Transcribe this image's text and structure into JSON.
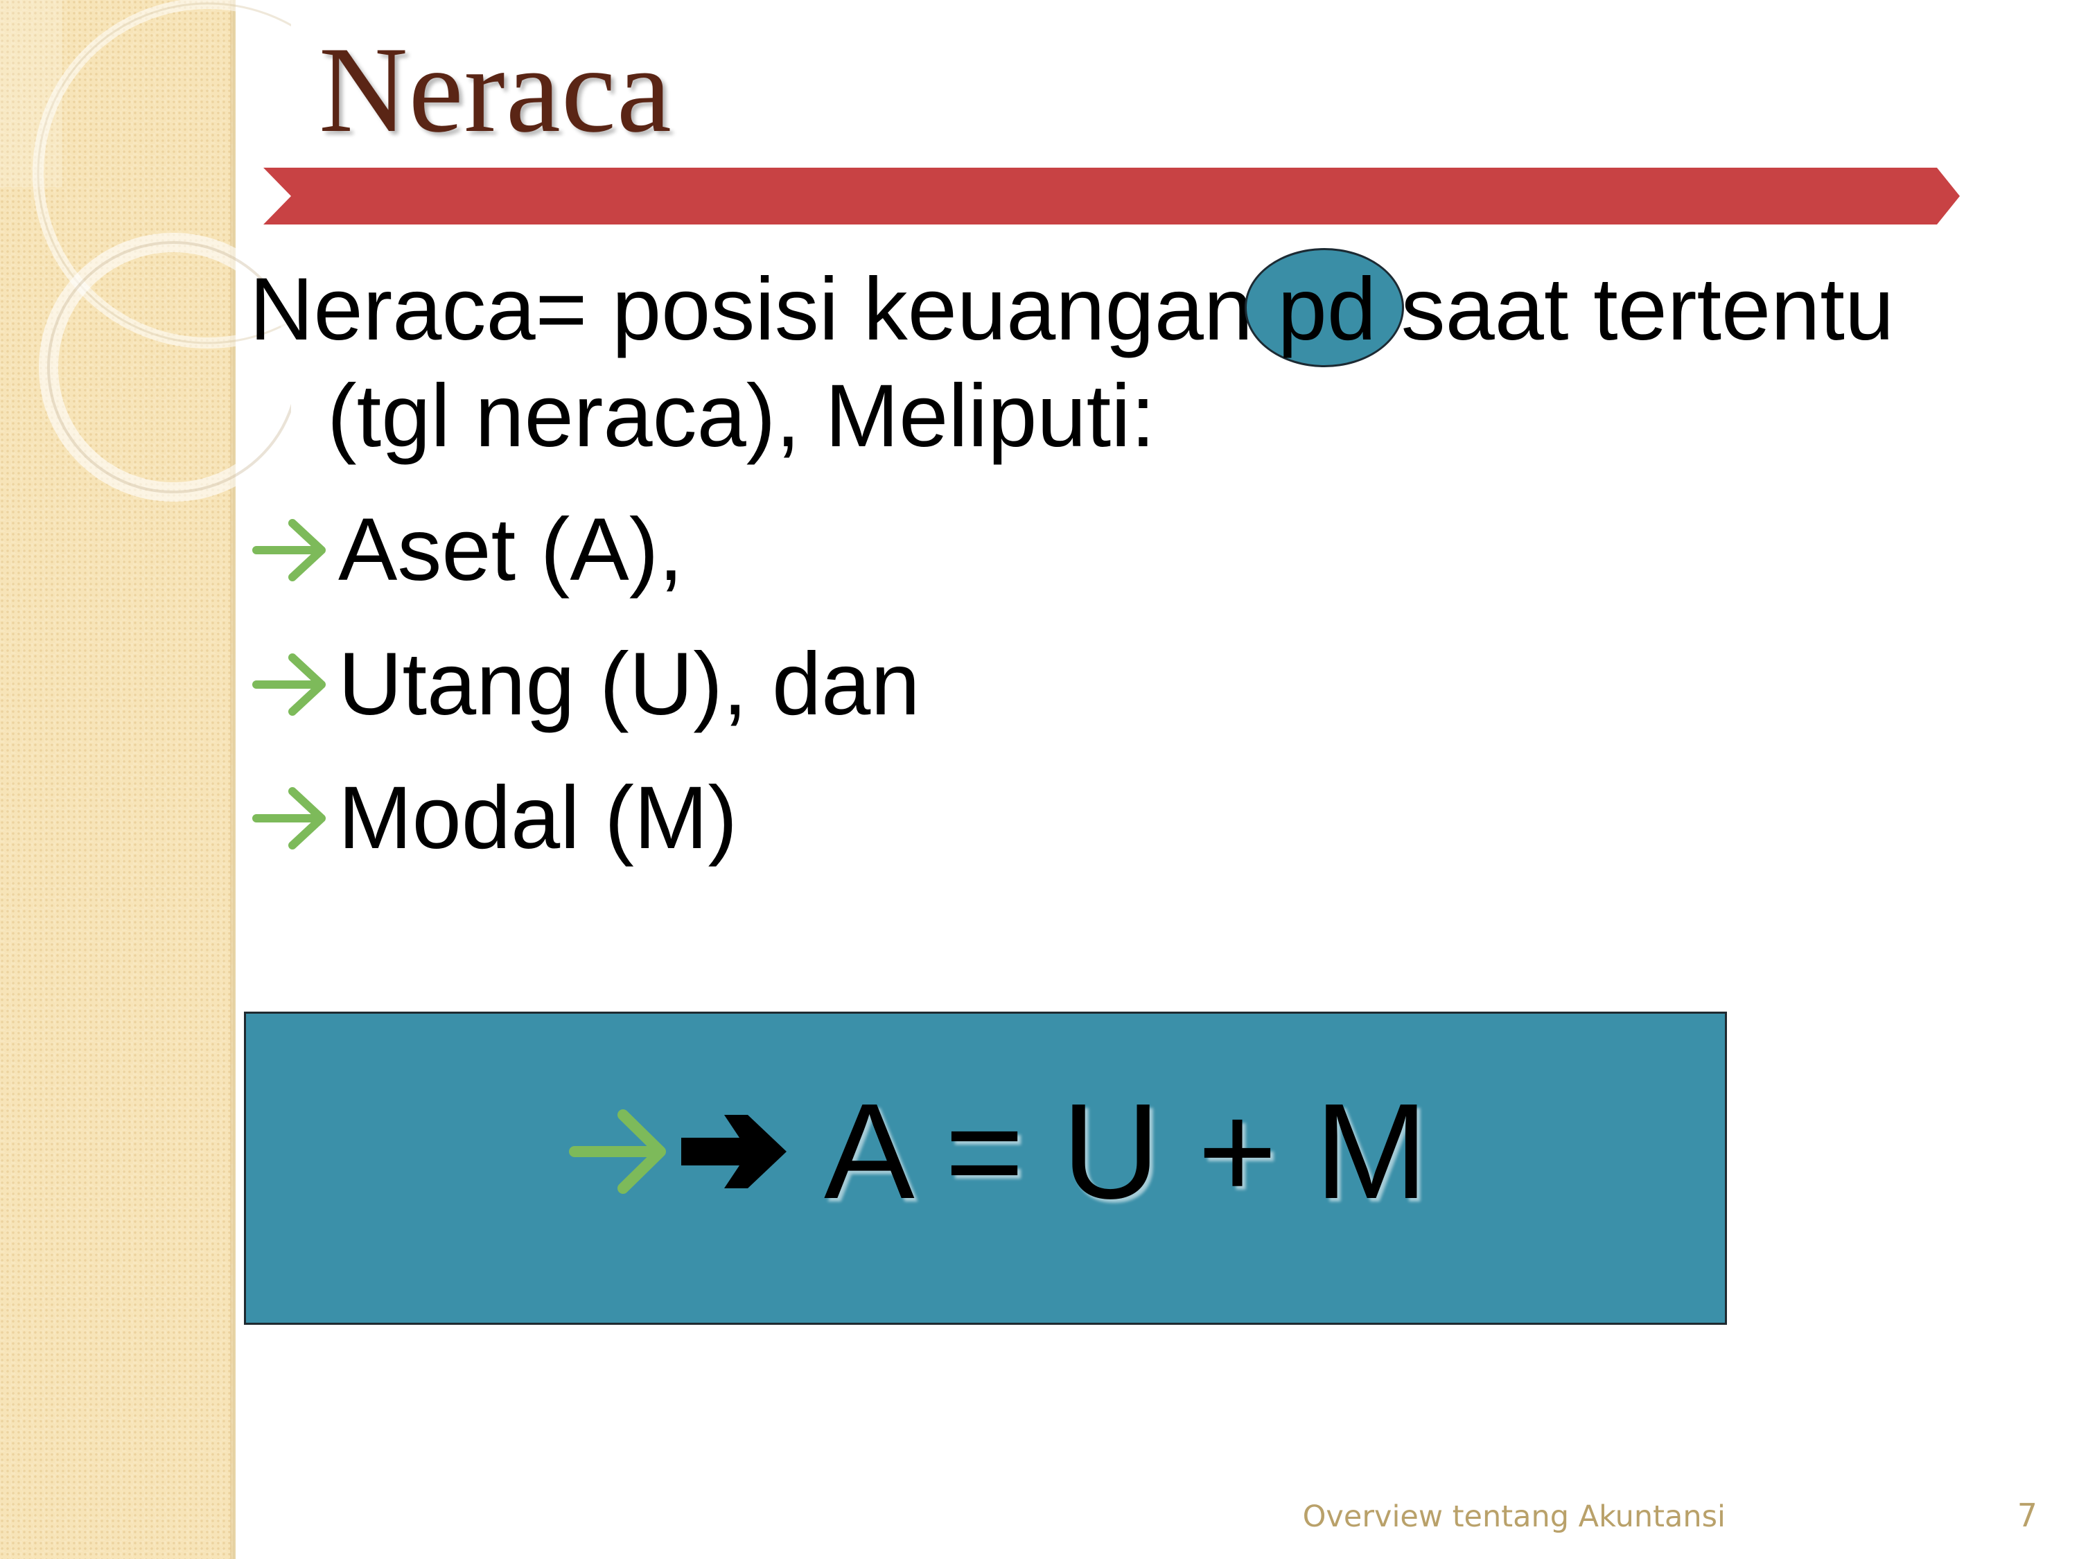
{
  "slide": {
    "title": "Neraca",
    "line1_before": "Neraca= posisi keuangan ",
    "line1_highlight": "pd",
    "line1_after": " saat tertentu",
    "line2": "(tgl neraca), Meliputi:",
    "bullets": [
      {
        "label": "Aset (A),"
      },
      {
        "label": "Utang (U), dan"
      },
      {
        "label": "Modal (M)"
      }
    ],
    "formula": "A = U + M",
    "footer": "Overview tentang Akuntansi",
    "page_number": "7"
  },
  "colors": {
    "title": "#5a2515",
    "banner": "#c84244",
    "box_fill": "#3b90a9",
    "highlight_oval": "#3a8ea6",
    "bullet_arrow": "#7dba5a",
    "sidebar": "#f7e4b8",
    "footer_text": "#b9a16a"
  },
  "icons": {
    "bullet": "green-arrow-icon",
    "formula_arrows": [
      "green-arrow-icon",
      "black-bold-arrow-icon"
    ]
  }
}
